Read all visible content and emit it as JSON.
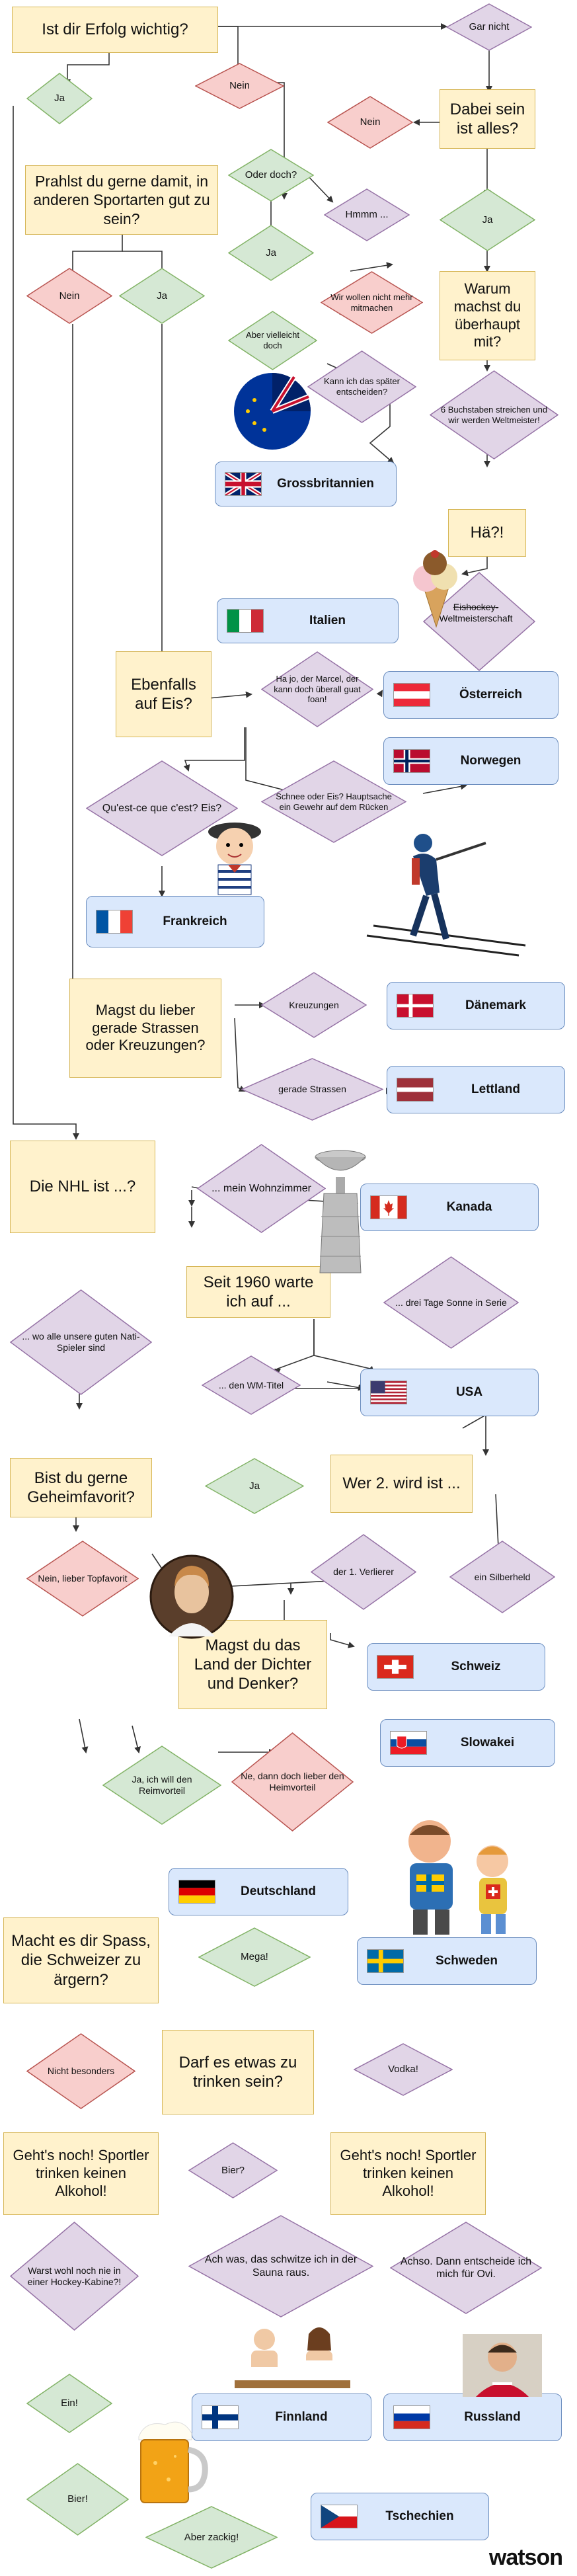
{
  "colors": {
    "question_fill": "#fff2cc",
    "question_border": "#d6b656",
    "country_fill": "#dae8fc",
    "country_border": "#6c8ebf",
    "purple": "#e1d5e7",
    "purple_border": "#9673a6",
    "pink": "#f8cecc",
    "pink_border": "#b85450",
    "green": "#d5e8d4",
    "green_border": "#82b366",
    "edge": "#333333"
  },
  "questions": {
    "q1": "Ist dir Erfolg wichtig?",
    "q2": "Dabei sein ist alles?",
    "q3": "Prahlst du gerne damit, in anderen Sportarten gut zu sein?",
    "q4": "Warum machst du überhaupt mit?",
    "q5": "Hä?!",
    "q6": "Ebenfalls auf Eis?",
    "q7": "Magst du lieber gerade Strassen oder Kreuzungen?",
    "q8": "Die NHL ist ...?",
    "q9": "Seit 1960 warte ich auf ...",
    "q10": "Bist du gerne Geheimfavorit?",
    "q11": "Wer 2. wird ist ...",
    "q12": "Magst du das Land der Dichter und Denker?",
    "q13": "Macht es dir Spass, die Schweizer zu ärgern?",
    "q14": "Darf es etwas zu trinken sein?",
    "q15": "Geht's noch! Sportler trinken keinen Alkohol!",
    "q16": "Geht's noch! Sportler trinken keinen Alkohol!"
  },
  "answers": {
    "gar_nicht": "Gar nicht",
    "nein_1": "Nein",
    "ja_1": "Ja",
    "nein_2": "Nein",
    "oder_doch": "Oder doch?",
    "hmmm": "Hmmm ...",
    "ja_2": "Ja",
    "wir_wollen": "Wir wollen nicht mehr mitmachen",
    "aber_vielleicht": "Aber vielleicht doch",
    "kann_ich": "Kann ich das später entscheiden?",
    "ja_3": "Ja",
    "nein_3": "Nein",
    "ja_4": "Ja",
    "buchstaben": "6 Buchstaben streichen und wir werden Weltmeister!",
    "eishockey_strike": "Eishockey-",
    "weltmeister": "Weltmeisterschaft",
    "hajo": "Ha jo, der Marcel, der kann doch überall guat foan!",
    "quest": "Qu'est-ce que c'est? Eis?",
    "schnee": "Schnee oder Eis? Hauptsache ein Gewehr auf dem Rücken",
    "kreuzungen": "Kreuzungen",
    "gerade": "gerade Strassen",
    "wohnzimmer": "... mein Wohnzimmer",
    "drei_tage": "... drei Tage Sonne in Serie",
    "nati": "... wo alle unsere guten Nati-Spieler sind",
    "wm_titel": "... den WM-Titel",
    "ja_5": "Ja",
    "nein_lieber": "Nein, lieber Topfavorit",
    "verlierer": "der 1. Verlierer",
    "silberheld": "ein Silberheld",
    "ja_will": "Ja, ich will den Reimvorteil",
    "ne_dann": "Ne, dann doch lieber den Heimvorteil",
    "mega": "Mega!",
    "nicht_besonders": "Nicht besonders",
    "vodka": "Vodka!",
    "bier_q": "Bier?",
    "warst_wohl": "Warst wohl noch nie in einer Hockey-Kabine?!",
    "ach_was": "Ach was, das schwitze ich in der Sauna raus.",
    "achso": "Achso. Dann entscheide ich mich für Ovi.",
    "ein": "Ein!",
    "bier_ex": "Bier!",
    "aber_zackig": "Aber zackig!"
  },
  "countries": {
    "gb": "Grossbritannien",
    "it": "Italien",
    "at": "Österreich",
    "no": "Norwegen",
    "fr": "Frankreich",
    "dk": "Dänemark",
    "lv": "Lettland",
    "ca": "Kanada",
    "us": "USA",
    "ch": "Schweiz",
    "sk": "Slowakei",
    "de": "Deutschland",
    "se": "Schweden",
    "fi": "Finnland",
    "ru": "Russland",
    "cz": "Tschechien"
  },
  "icons": [
    "gb-eu-globe-icon",
    "ice-cream-icon",
    "biathlete-icon",
    "french-boy-icon",
    "stanley-cup-icon",
    "schiller-portrait-icon",
    "swiss-swedish-kids-icon",
    "sauna-people-icon",
    "ovechkin-photo-icon",
    "beer-mug-icon"
  ],
  "brand": "watson"
}
